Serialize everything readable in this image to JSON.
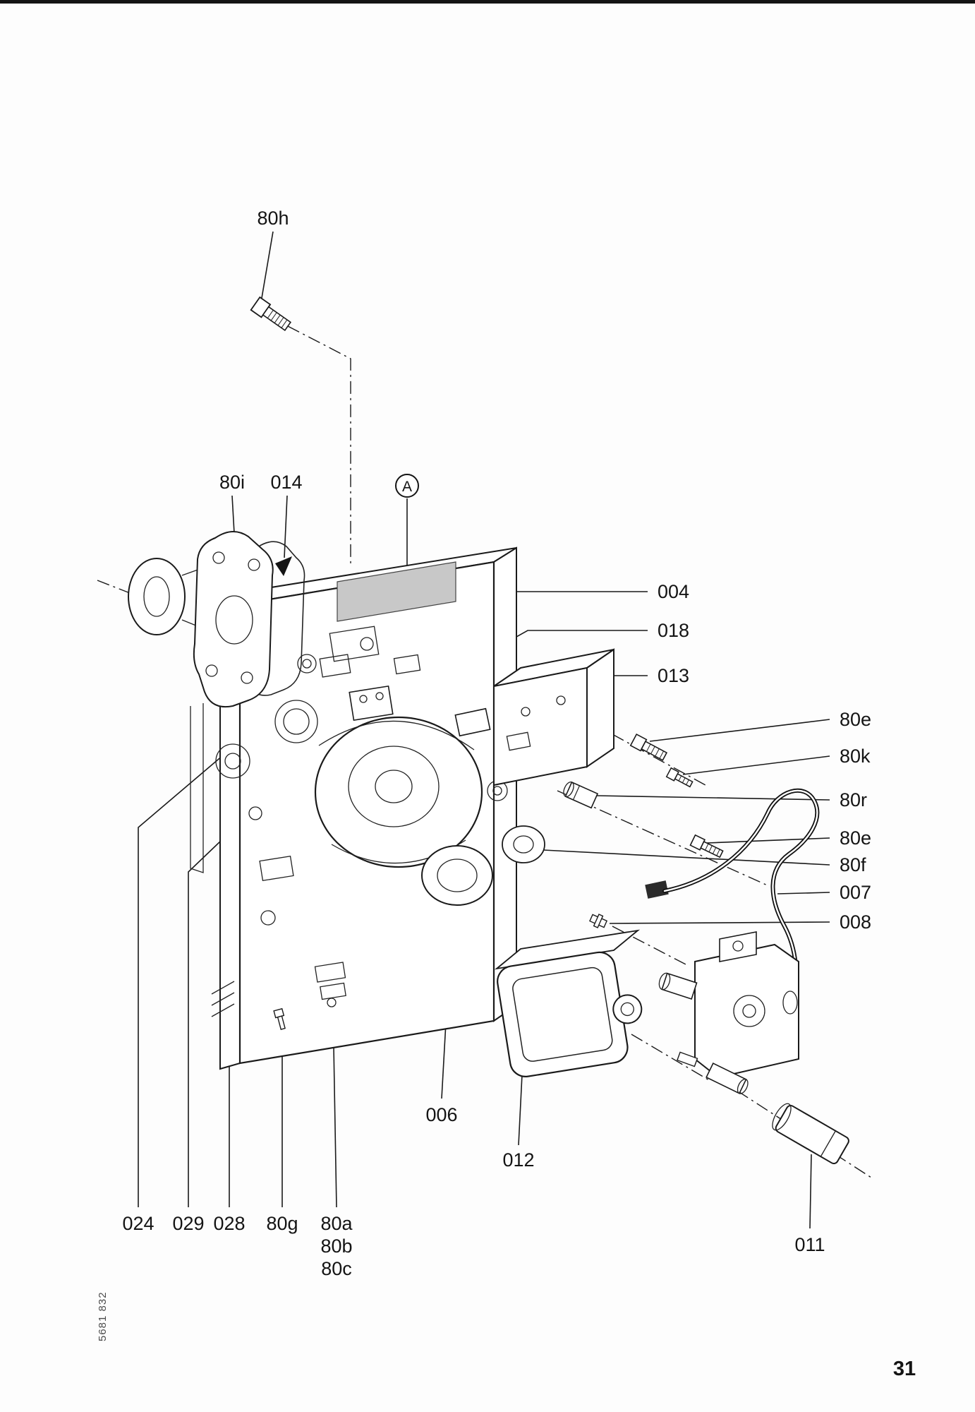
{
  "page": {
    "number": "31",
    "doc_code": "5681 832"
  },
  "labels": {
    "p80h": "80h",
    "p80i": "80i",
    "p014": "014",
    "detailA": "A",
    "p004": "004",
    "p018": "018",
    "p013": "013",
    "p80e_upper": "80e",
    "p80k": "80k",
    "p80r": "80r",
    "p80e_lower": "80e",
    "p80f": "80f",
    "p007": "007",
    "p008": "008",
    "p006": "006",
    "p012": "012",
    "p011": "011",
    "p024": "024",
    "p029": "029",
    "p028": "028",
    "p80g": "80g",
    "p80a": "80a",
    "p80b": "80b",
    "p80c": "80c"
  }
}
